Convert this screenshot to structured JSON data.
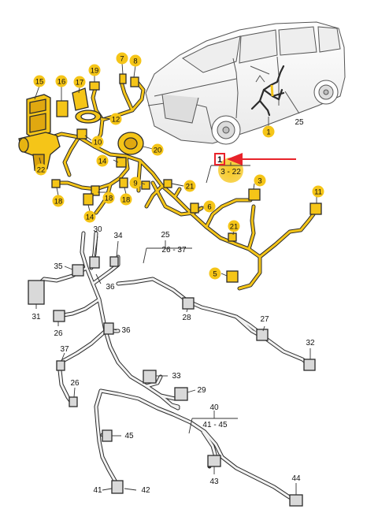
{
  "callouts_yellow": [
    {
      "id": "15"
    },
    {
      "id": "16"
    },
    {
      "id": "17"
    },
    {
      "id": "19"
    },
    {
      "id": "7"
    },
    {
      "id": "8"
    },
    {
      "id": "12"
    },
    {
      "id": "10"
    },
    {
      "id": "14a",
      "label": "14"
    },
    {
      "id": "20"
    },
    {
      "id": "22"
    },
    {
      "id": "18a",
      "label": "18"
    },
    {
      "id": "18b",
      "label": "18"
    },
    {
      "id": "18c",
      "label": "18"
    },
    {
      "id": "14b",
      "label": "14"
    },
    {
      "id": "9"
    },
    {
      "id": "21a",
      "label": "21"
    },
    {
      "id": "6"
    },
    {
      "id": "21b",
      "label": "21"
    },
    {
      "id": "3"
    },
    {
      "id": "11"
    },
    {
      "id": "5"
    },
    {
      "id": "1"
    }
  ],
  "callouts_plain": {
    "n25a": "25",
    "n30": "30",
    "n34": "34",
    "n25b": "25",
    "range_26_37": "26 - 37",
    "n35": "35",
    "n36a": "36",
    "n31": "31",
    "n28": "28",
    "n27": "27",
    "n26a": "26",
    "n36b": "36",
    "n32": "32",
    "n37": "37",
    "n33": "33",
    "n26b": "26",
    "n29": "29",
    "n40": "40",
    "range_41_45": "41 - 45",
    "n45": "45",
    "n43": "43",
    "n44": "44",
    "n41": "41",
    "n42": "42"
  },
  "highlight": {
    "box_label": "1",
    "range_label": "3 - 22",
    "arrow_color": "#e8232a",
    "box_color": "#e8232a"
  },
  "colors": {
    "yellow": "#f5c518",
    "harness_dark": "#2b2b2b",
    "harness_light": "#f2f2f2",
    "car_line": "#555555"
  }
}
